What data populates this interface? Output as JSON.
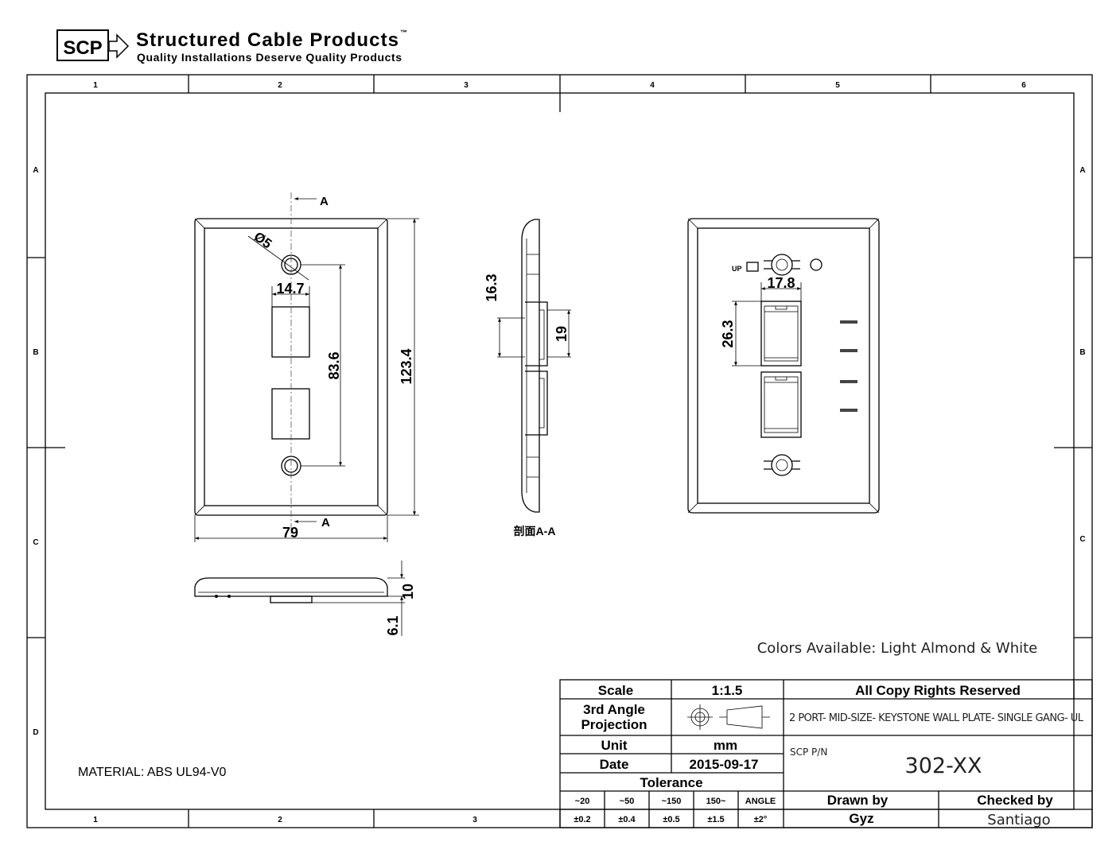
{
  "logo": {
    "mark": "SCP",
    "company": "Structured Cable Products",
    "trademark": "™",
    "tagline": "Quality Installations Deserve Quality Products"
  },
  "frame": {
    "columns": [
      "1",
      "2",
      "3",
      "4",
      "5",
      "6"
    ],
    "bottom_columns": [
      "1",
      "2",
      "3"
    ],
    "rows_left": [
      "A",
      "B",
      "C",
      "D"
    ],
    "rows_right": [
      "A",
      "B",
      "C"
    ]
  },
  "views": {
    "front": {
      "section_mark": "A",
      "hole_dia": "Ø5",
      "opening_width": "14.7",
      "hole_spacing": "83.6",
      "height": "123.4",
      "width": "79"
    },
    "side": {
      "depth": "10",
      "tab": "6.1"
    },
    "section": {
      "label": "剖面A-A",
      "dim_a": "16.3",
      "dim_b": "19"
    },
    "rear": {
      "jack_width": "17.8",
      "jack_height": "26.3",
      "up_label": "UP"
    }
  },
  "notes": {
    "colors": "Colors Available: Light Almond & White",
    "material": "MATERIAL: ABS UL94-V0"
  },
  "title_block": {
    "scale_label": "Scale",
    "scale_value": "1:1.5",
    "projection_line1": "3rd Angle",
    "projection_line2": "Projection",
    "unit_label": "Unit",
    "unit_value": "mm",
    "date_label": "Date",
    "date_value": "2015-09-17",
    "tolerance_label": "Tolerance",
    "tolerance_headers": [
      "~20",
      "~50",
      "~150",
      "150~",
      "ANGLE"
    ],
    "tolerance_values": [
      "±0.2",
      "±0.4",
      "±0.5",
      "±1.5",
      "±2°"
    ],
    "copyright": "All Copy Rights Reserved",
    "description": "2 PORT- MID-SIZE- KEYSTONE WALL PLATE- SINGLE GANG- UL",
    "pn_label": "SCP P/N",
    "pn_value": "302-XX",
    "drawn_by_label": "Drawn by",
    "drawn_by": "Gyz",
    "checked_by_label": "Checked by",
    "checked_by": "Santiago"
  }
}
